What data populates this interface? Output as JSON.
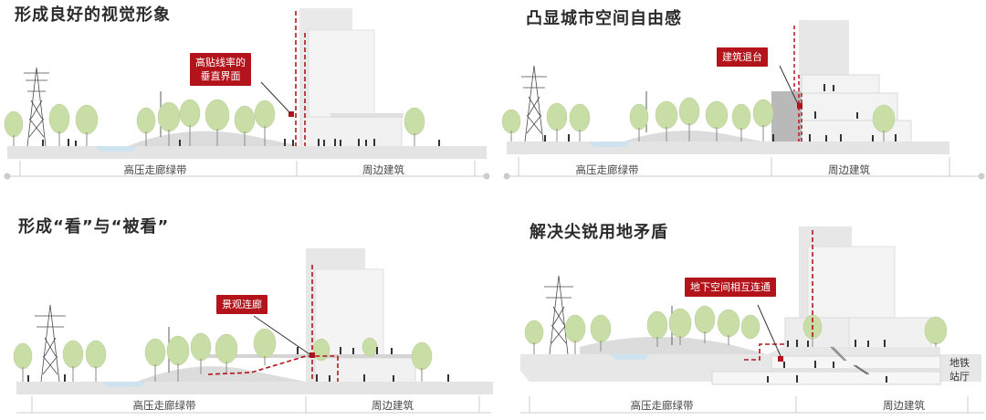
{
  "accent_color": "#b3141b",
  "panels": [
    {
      "title": "形成良好的视觉形象",
      "callout": [
        "高贴线率的",
        "垂直界面"
      ],
      "zone_left": "高压走廊绿带",
      "zone_right": "周边建筑"
    },
    {
      "title": "凸显城市空间自由感",
      "callout": [
        "建筑退台"
      ],
      "zone_left": "高压走廊绿带",
      "zone_right": "周边建筑"
    },
    {
      "title": "形成“看”与“被看”",
      "callout": [
        "景观连廊"
      ],
      "zone_left": "高压走廊绿带",
      "zone_right": "周边建筑"
    },
    {
      "title": "解决尖锐用地矛盾",
      "callout": [
        "地下空间相互连通"
      ],
      "zone_left": "高压走廊绿带",
      "zone_right": "周边建筑",
      "station_label": [
        "地铁",
        "站厅"
      ]
    }
  ]
}
